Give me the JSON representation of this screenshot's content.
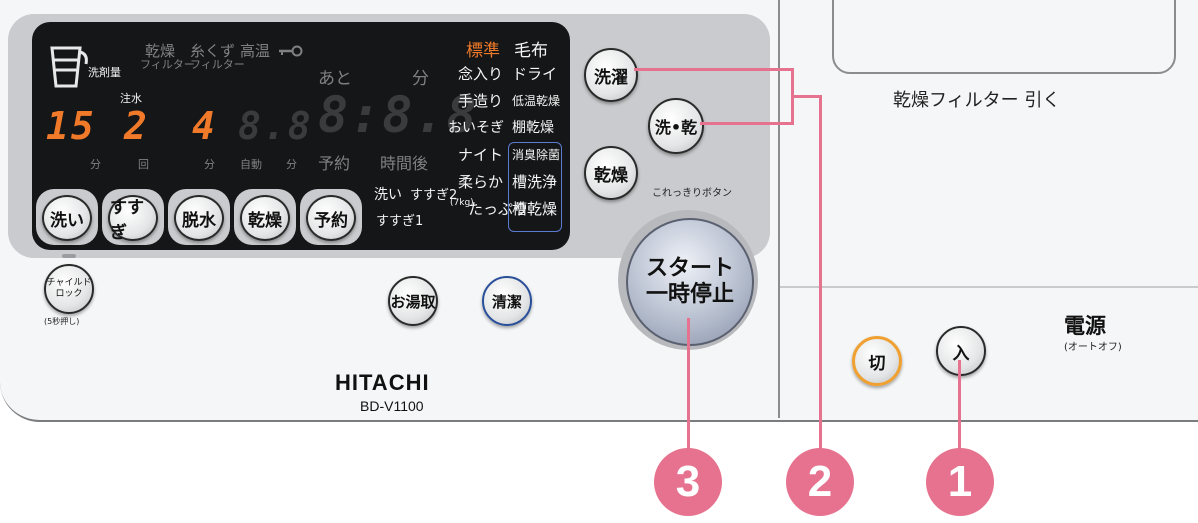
{
  "brand": {
    "name": "HITACHI",
    "model": "BD-V1100"
  },
  "right_panel": {
    "filter_text": "乾燥フィルター 引く",
    "power_label": "電源",
    "power_sub": "(オートオフ)",
    "off_label": "切",
    "on_label": "入"
  },
  "display": {
    "top_labels": {
      "dry": "乾燥",
      "filter1": "フィルター",
      "lint": "糸くず",
      "filter2": "フィルター",
      "hot": "高温",
      "detergent": "洗剤量",
      "water": "注水",
      "remaining": "あと",
      "minutes": "分",
      "reserve": "予約",
      "hours_later": "時間後",
      "wash": "洗い",
      "rinse2": "すすぎ2",
      "rinse1": "すすぎ1",
      "unit_min1": "分",
      "unit_times": "回",
      "unit_min2": "分",
      "unit_auto": "自動",
      "unit_min3": "分"
    },
    "digits": {
      "wash_minutes": "15",
      "rinse_times": "2",
      "spin_minutes": "4",
      "dry_auto": "8.8",
      "timer": "8:8.8"
    },
    "courses_left": [
      "標準",
      "念入り",
      "手造り",
      "おいそぎ",
      "ナイト",
      "柔らか",
      "たっぷり"
    ],
    "courses_right": [
      "毛布",
      "ドライ",
      "低温乾燥",
      "棚乾燥",
      "消臭除菌",
      "槽洗浄",
      "槽乾燥"
    ],
    "capacity_note": "(7kg)"
  },
  "buttons": {
    "wash": "洗い",
    "rinse": "すすぎ",
    "spin": "脱水",
    "dry": "乾燥",
    "reserve": "予約",
    "course_wash": "洗濯",
    "course_wash_dry": "洗•乾",
    "course_dry": "乾燥",
    "kore_kkiri": "これっきりボタン",
    "start_line1": "スタート",
    "start_line2": "一時停止",
    "child_lock_line1": "チャイルド",
    "child_lock_line2": "ロック",
    "child_lock_note": "(5秒押し)",
    "bath_water": "お湯取",
    "clean": "清潔"
  },
  "callouts": {
    "n1": "1",
    "n2": "2",
    "n3": "3"
  },
  "colors": {
    "accent_pink": "#e6728f",
    "lcd_orange": "#f07a2a",
    "off_ring": "#f0a030",
    "clean_ring": "#2a4f9a"
  }
}
